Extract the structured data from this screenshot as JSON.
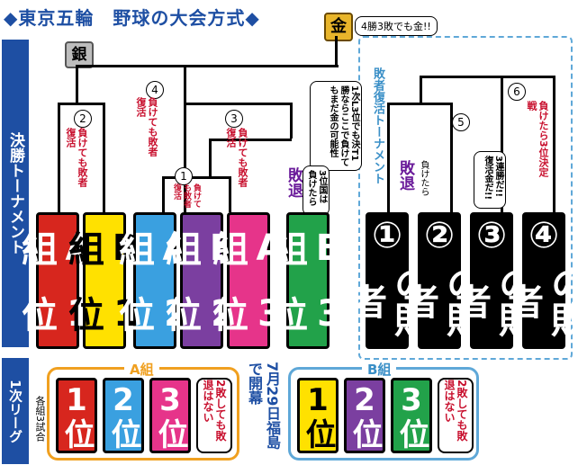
{
  "title": "◆東京五輪　野球の大会方式◆",
  "gold": "金",
  "gold_note": "4勝3敗でも金!!",
  "silver": "銀",
  "final_tournament_label": "決勝トーナメント",
  "first_league_label": "1次リーグ",
  "losers_bracket_label": "敗者復活トーナメント",
  "cards": [
    {
      "group": "A組",
      "rank": "1位",
      "color": "#d7261e",
      "text_color": "#fff"
    },
    {
      "group": "B組",
      "rank": "1位",
      "color": "#ffe100",
      "text_color": "#000"
    },
    {
      "group": "A組",
      "rank": "2位",
      "color": "#3aa0e0",
      "text_color": "#fff"
    },
    {
      "group": "B組",
      "rank": "2位",
      "color": "#7b3fa0",
      "text_color": "#fff"
    },
    {
      "group": "A組",
      "rank": "3位",
      "color": "#e6348a",
      "text_color": "#fff"
    },
    {
      "group": "B組",
      "rank": "3位",
      "color": "#22a24a",
      "text_color": "#fff"
    },
    {
      "group": "①",
      "rank": "の敗者",
      "color": "#000",
      "text_color": "#fff"
    },
    {
      "group": "②",
      "rank": "の敗者",
      "color": "#000",
      "text_color": "#fff"
    },
    {
      "group": "③",
      "rank": "の敗者",
      "color": "#000",
      "text_color": "#fff"
    },
    {
      "group": "④",
      "rank": "の敗者",
      "color": "#000",
      "text_color": "#fff"
    }
  ],
  "games": {
    "g1": "1",
    "g2": "2",
    "g3": "3",
    "g4": "4",
    "g5": "5",
    "g6": "6"
  },
  "notes": {
    "lose_revival": "負けても敗者復活",
    "lose_revival_1": "負けても敗者復活",
    "lose_revival_3": "負けても敗者復活",
    "lose_revival_4": "負けても敗者復活",
    "lose_out": "負けたら",
    "third_place": "負けたら3位決定戦",
    "out": "敗退",
    "three_wins": "3連勝だ!!復活金だ!!",
    "first_l3": "1次L3位でも決T1勝ならここで負けてもまだ金の可能性",
    "a3_b3": "3位国は負けたら"
  },
  "group_a": {
    "label": "A組",
    "ranks": [
      "1位",
      "2位",
      "3位"
    ],
    "colors": [
      "#d7261e",
      "#3aa0e0",
      "#e6348a"
    ],
    "note": "2敗しても敗退はない"
  },
  "group_b": {
    "label": "B組",
    "ranks": [
      "1位",
      "2位",
      "3位"
    ],
    "colors": [
      "#ffe100",
      "#7b3fa0",
      "#22a24a"
    ],
    "note": "2敗しても敗退はない"
  },
  "date": "7月29日福島で開幕",
  "sub": "各組3試合"
}
